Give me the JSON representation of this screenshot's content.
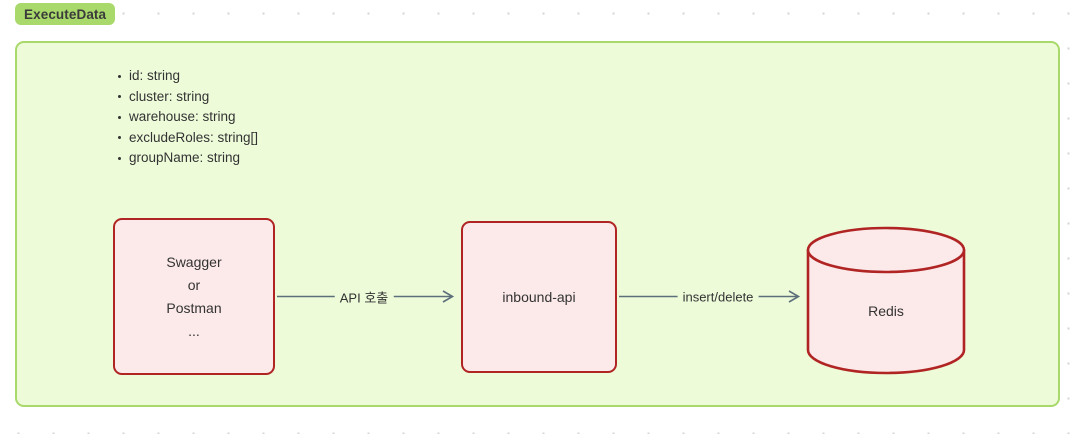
{
  "diagram": {
    "subgraph_label": "ExecuteData",
    "fields": [
      "id: string",
      "cluster: string",
      "warehouse: string",
      "excludeRoles: string[]",
      "groupName: string"
    ],
    "nodes": {
      "client": {
        "line1": "Swagger",
        "line2": "or",
        "line3": "Postman",
        "line4": "..."
      },
      "api": {
        "label": "inbound-api"
      },
      "redis": {
        "label": "Redis",
        "shape": "cylinder"
      }
    },
    "edges": [
      {
        "label": "API 호출",
        "from": "client",
        "to": "api"
      },
      {
        "label": "insert/delete",
        "from": "api",
        "to": "redis"
      }
    ],
    "colors": {
      "subgraph_fill": "#edfbd9",
      "subgraph_border": "#a8d96a",
      "label_tab": "#a8d96a",
      "node_fill": "#fce9e9",
      "node_border": "#b12424",
      "edge_stroke": "#5c6f7a",
      "text": "#333333",
      "grid_dot": "#d6d6d6",
      "canvas": "#ffffff"
    }
  }
}
